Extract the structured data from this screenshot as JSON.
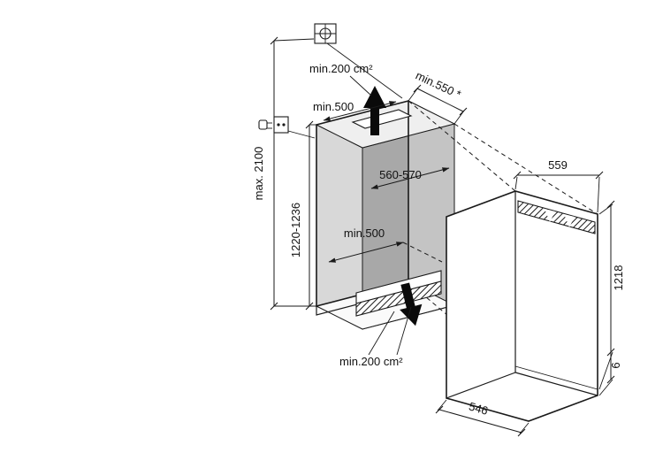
{
  "diagram": {
    "type": "appliance-installation-dimension-drawing",
    "labels": {
      "vent_area_top": "min.200 cm²",
      "min_width_top": "min.500",
      "niche_depth": "min.550 *",
      "ceiling_height": "max. 2100",
      "niche_width": "560-570",
      "niche_height": "1220-1236",
      "min_width_bottom": "min.500",
      "vent_area_bottom": "min.200 cm²",
      "appliance_width": "559",
      "appliance_height": "1218",
      "appliance_depth": "546",
      "bottom_gap": "6"
    },
    "icons": {
      "mounting_point": "crosshair-square-icon",
      "power_socket": "plug-socket-icon",
      "airflow_top": "thick-up-arrow-icon",
      "airflow_bottom": "thick-down-arrow-icon"
    },
    "colors": {
      "line": "#1a1a1a",
      "niche_back_wall": "#a8a8a8",
      "niche_right_wall": "#c4c4c4",
      "niche_left_wall": "#d8d8d8",
      "niche_ceiling": "#efefef",
      "niche_floor": "#fafafa"
    }
  }
}
